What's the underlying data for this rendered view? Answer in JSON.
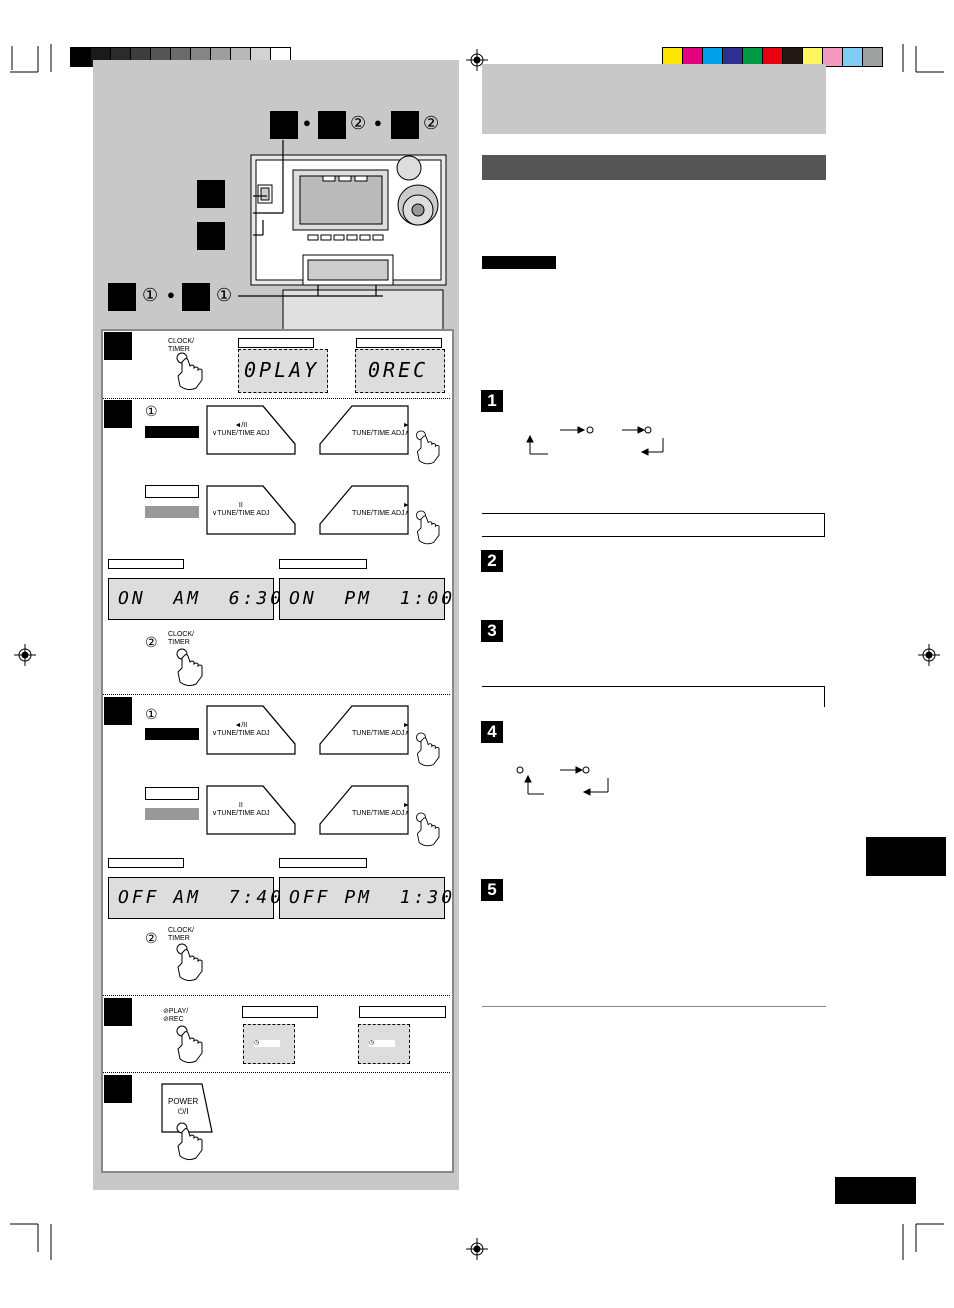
{
  "swatches": {
    "gray": [
      "#000000",
      "#1a1a1a",
      "#2b2b2b",
      "#3d3d3d",
      "#555555",
      "#6b6b6b",
      "#858585",
      "#9e9e9e",
      "#b8b8b8",
      "#d2d2d2",
      "#ffffff"
    ],
    "color": [
      "#ffe600",
      "#e4007f",
      "#00a0e9",
      "#2e3192",
      "#009944",
      "#e60012",
      "#231815",
      "#fff462",
      "#f49ac1",
      "#7ecef4",
      "#9fa0a0"
    ]
  },
  "remote_labels": {
    "clock_timer": "CLOCK/\nTIMER",
    "tune_back": "◄/II\n∨TUNE/TIME ADJ",
    "tune_fwd": "►\nTUNE/TIME ADJ∧",
    "tune_back_2": "II\n∨TUNE/TIME ADJ",
    "play_rec": "⊘PLAY/\n⊘REC",
    "power": "POWER\n⏻/I"
  },
  "callout_marks": {
    "circle_1": "①",
    "circle_2": "②",
    "bullet": "●"
  },
  "lcd": {
    "play": "0PLAY",
    "rec": "0REC",
    "on_am": "ON  AM  6:30",
    "on_pm": "ON  PM  1:00",
    "off_am": "OFF AM  7:40",
    "off_pm": "OFF PM  1:30"
  },
  "steps": [
    "1",
    "2",
    "3",
    "4",
    "5"
  ],
  "cycle_marks": {
    "clock": "◷",
    "arrow": "→"
  }
}
